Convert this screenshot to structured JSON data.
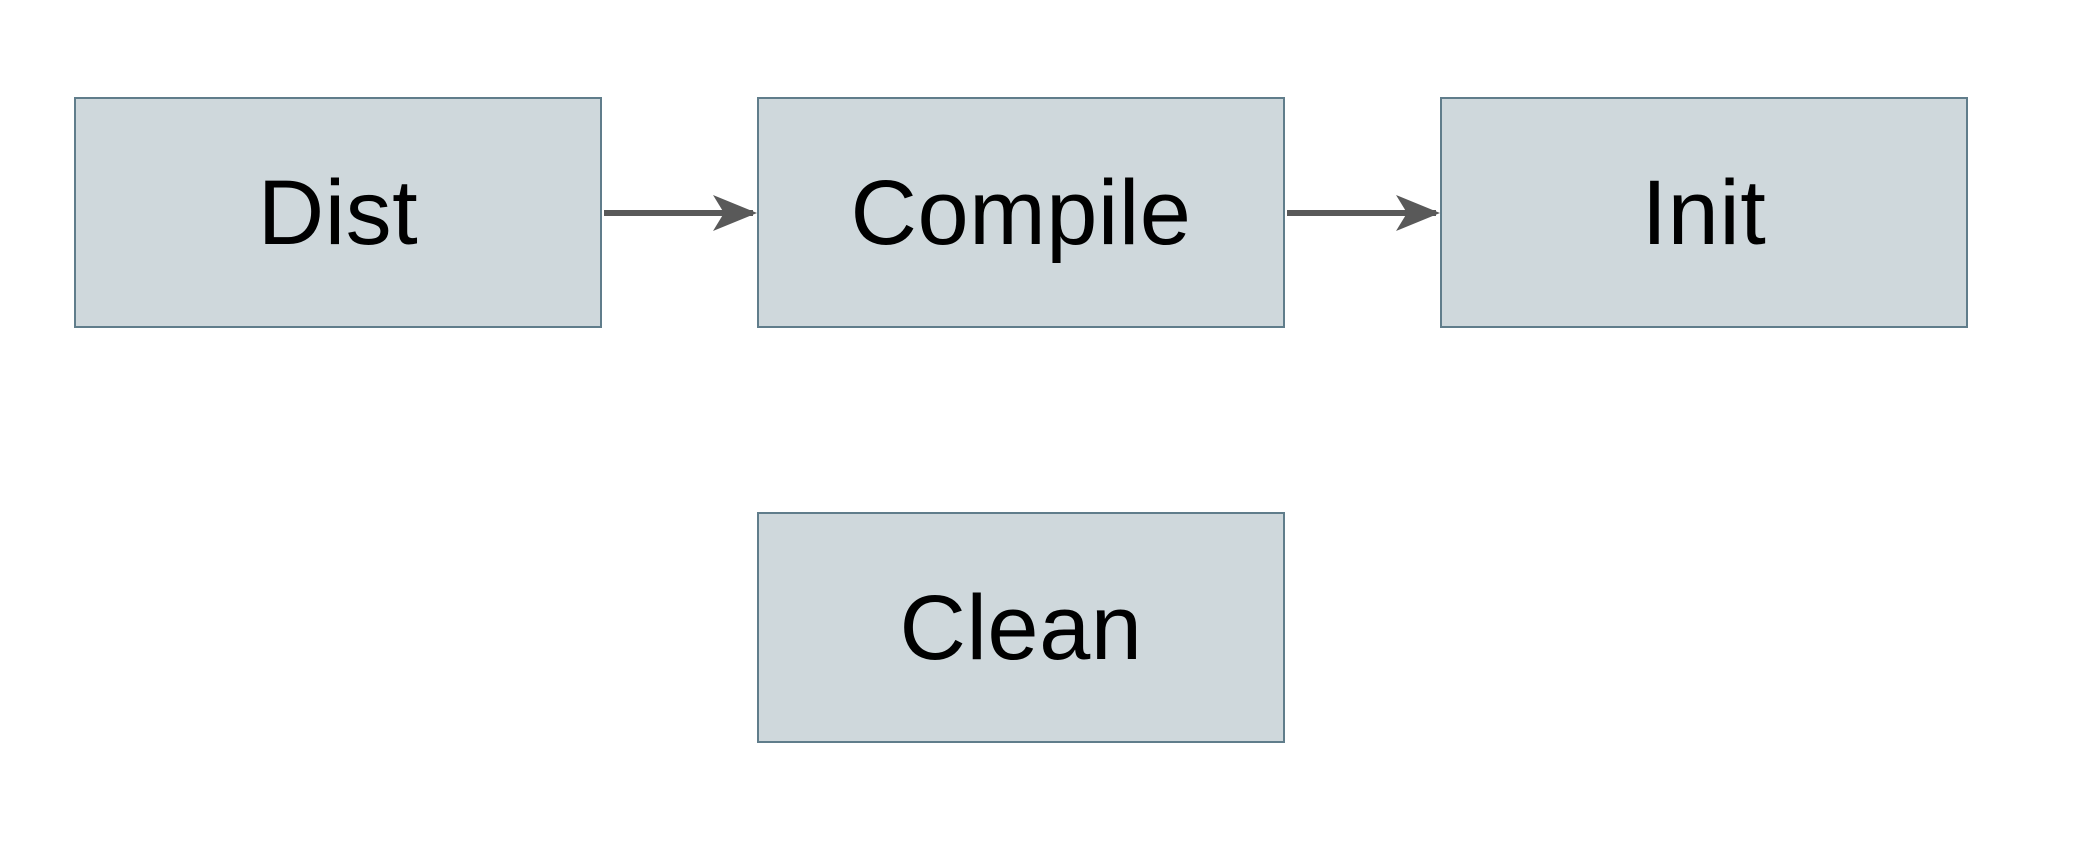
{
  "diagram": {
    "type": "flowchart",
    "nodes": [
      {
        "id": "dist",
        "label": "Dist"
      },
      {
        "id": "compile",
        "label": "Compile"
      },
      {
        "id": "init",
        "label": "Init"
      },
      {
        "id": "clean",
        "label": "Clean"
      }
    ],
    "edges": [
      {
        "from": "Dist",
        "to": "Compile"
      },
      {
        "from": "Compile",
        "to": "Init"
      }
    ]
  },
  "colors": {
    "background": "#ffffff",
    "node_fill": "#cfd8dc",
    "node_border": "#607d8b",
    "arrow": "#595959",
    "text": "#000000"
  }
}
